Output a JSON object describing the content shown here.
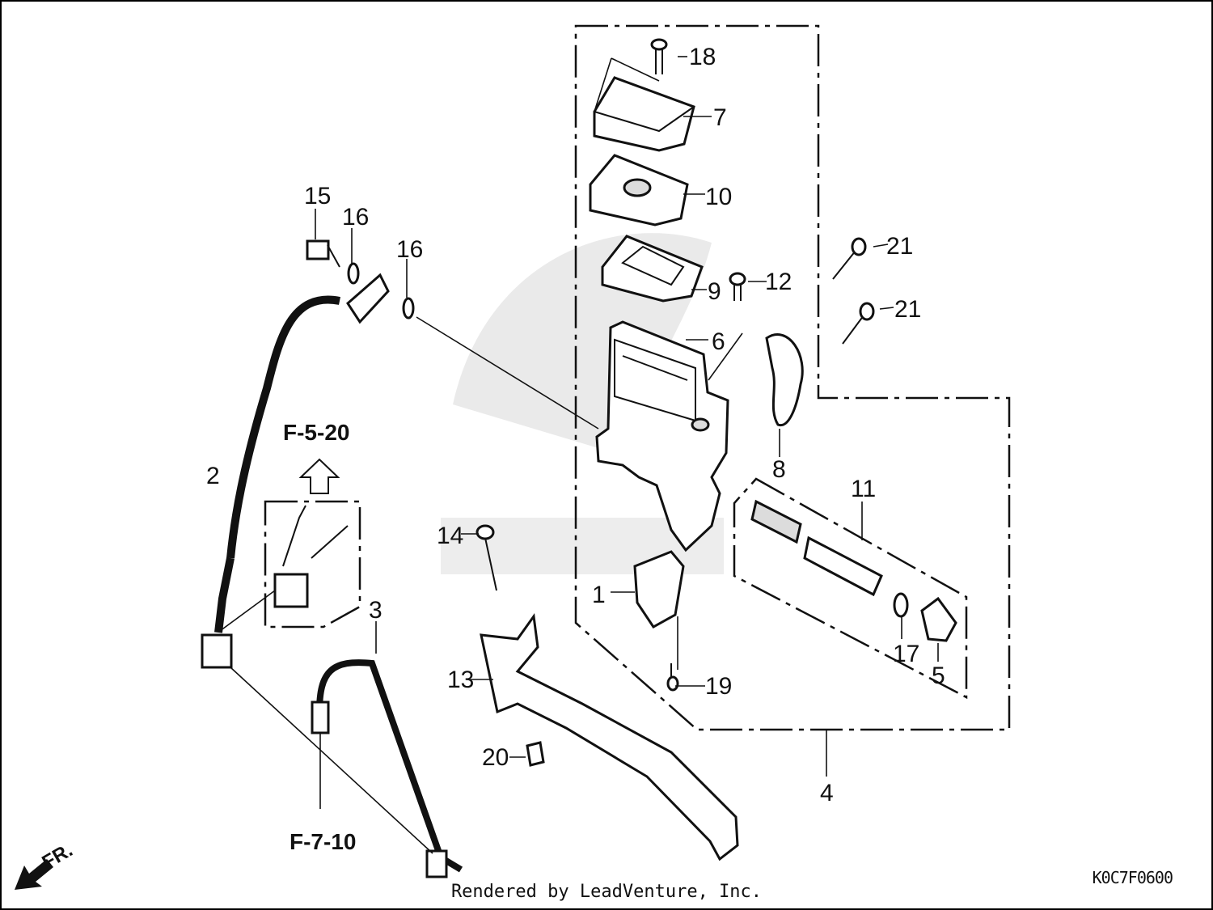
{
  "diagram": {
    "callouts": [
      "1",
      "2",
      "3",
      "4",
      "5",
      "6",
      "7",
      "8",
      "9",
      "10",
      "11",
      "12",
      "13",
      "14",
      "15",
      "16",
      "16",
      "17",
      "18",
      "19",
      "20",
      "21",
      "21"
    ],
    "refs": {
      "upper": "F-5-20",
      "lower": "F-7-10",
      "front": "FR."
    },
    "diagram_code": "K0C7F0600",
    "footer": "Rendered by LeadVenture, Inc."
  }
}
